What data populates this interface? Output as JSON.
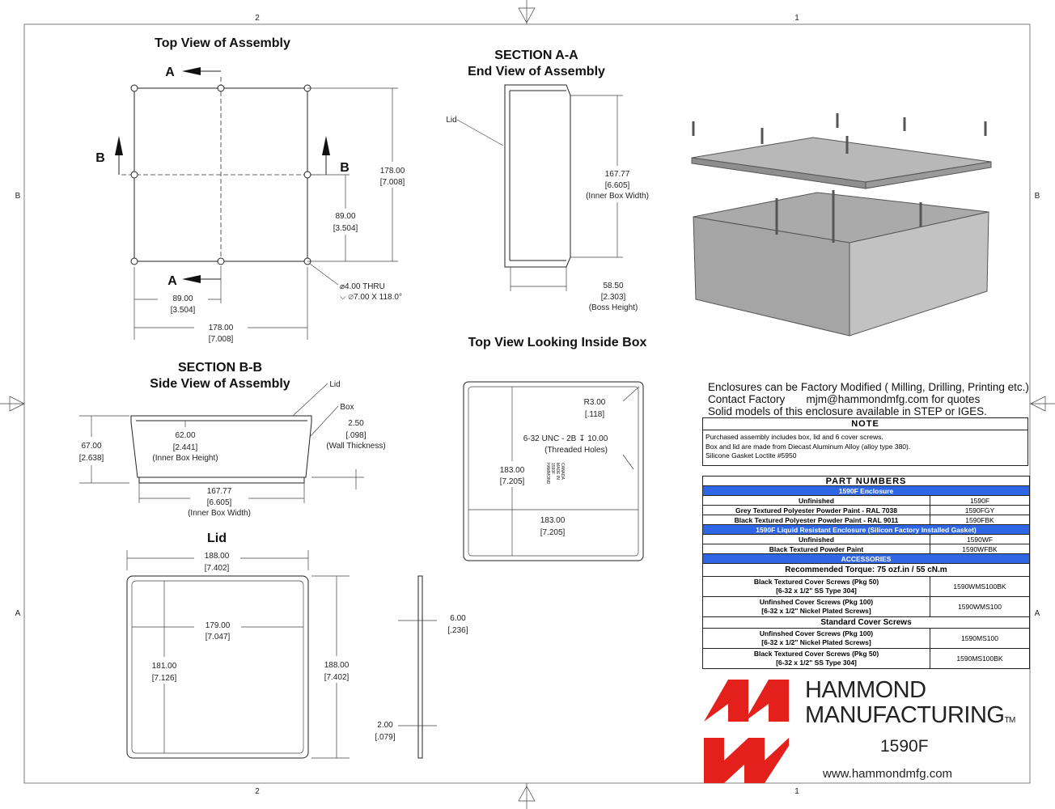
{
  "frame": {
    "zone_top_left": "2",
    "zone_top_right": "1",
    "zone_bottom_left": "2",
    "zone_bottom_right": "1",
    "zone_left_upper": "B",
    "zone_left_lower": "A",
    "zone_right_upper": "B",
    "zone_right_lower": "A"
  },
  "top_view": {
    "title": "Top View of Assembly",
    "section_a": "A",
    "section_b": "B",
    "dim_178": "178.00",
    "dim_178_in": "[7.008]",
    "dim_89": "89.00",
    "dim_89_in": "[3.504]",
    "dim_bottom_89": "89.00",
    "dim_bottom_89_in": "[3.504]",
    "dim_bottom_178": "178.00",
    "dim_bottom_178_in": "[7.008]",
    "hole_1": "⌀4.00 THRU",
    "hole_2": "⌵ ⌀7.00 X 118.0°"
  },
  "section_aa": {
    "title": "SECTION A-A",
    "subtitle": "End View of Assembly",
    "lid_label": "Lid",
    "dim_width": "167.77",
    "dim_width_in": "[6.605]",
    "dim_width_note": "(Inner Box Width)",
    "dim_boss": "58.50",
    "dim_boss_in": "[2.303]",
    "dim_boss_note": "(Boss Height)"
  },
  "inside_view": {
    "title": "Top View Looking Inside Box",
    "radius": "R3.00",
    "radius_in": "[.118]",
    "thread": "6-32 UNC - 2B ↧ 10.00",
    "thread_note": "(Threaded Holes)",
    "dim_v": "183.00",
    "dim_v_in": "[7.205]",
    "dim_h": "183.00",
    "dim_h_in": "[7.205]",
    "stamp": [
      "HAMMOND",
      "1590F",
      "MADE IN",
      "CANADA"
    ]
  },
  "section_bb": {
    "title": "SECTION B-B",
    "subtitle": "Side View of Assembly",
    "lid_label": "Lid",
    "box_label": "Box",
    "dim_height": "62.00",
    "dim_height_in": "[2.441]",
    "dim_height_note": "(Inner Box Height)",
    "dim_wall": "2.50",
    "dim_wall_in": "[.098]",
    "dim_wall_note": "(Wall Thickness)",
    "dim_outer": "67.00",
    "dim_outer_in": "[2.638]",
    "dim_width": "167.77",
    "dim_width_in": "[6.605]",
    "dim_width_note": "(Inner Box Width)"
  },
  "lid": {
    "title": "Lid",
    "dim_top": "188.00",
    "dim_top_in": "[7.402]",
    "dim_inner": "179.00",
    "dim_inner_in": "[7.047]",
    "dim_left": "181.00",
    "dim_left_in": "[7.126]",
    "dim_right": "188.00",
    "dim_right_in": "[7.402]",
    "dim_thick": "6.00",
    "dim_thick_in": "[.236]",
    "dim_lip": "2.00",
    "dim_lip_in": "[.079]"
  },
  "info": [
    "Enclosures can be Factory Modified ( Milling, Drilling, Printing etc.)",
    "Contact Factory       mjm@hammondmfg.com for quotes",
    "Solid models of this enclosure available in STEP or IGES."
  ],
  "note": {
    "title": "NOTE",
    "lines": [
      "Purchased assembly includes box, lid and 6 cover screws.",
      "Box and lid are made from Diecast Aluminum Alloy (alloy type 380).",
      "Silicone Gasket Loctite #5950"
    ]
  },
  "parts": {
    "title": "PART NUMBERS",
    "group1": "1590F Enclosure",
    "g1_rows": [
      [
        "Unfinished",
        "1590F"
      ],
      [
        "Grey Textured Polyester Powder Paint - RAL 7038",
        "1590FGY"
      ],
      [
        "Black Textured Polyester Powder Paint - RAL 9011",
        "1590FBK"
      ]
    ],
    "group2": "1590F Liquid Resistant Enclosure (Silicon Factory Installed Gasket)",
    "g2_rows": [
      [
        "Unfinished",
        "1590WF"
      ],
      [
        "Black Textured Powder Paint",
        "1590WFBK"
      ]
    ],
    "group3": "ACCESSORIES",
    "torque": "Recommended Torque: 75 ozf.in / 55 cN.m",
    "acc_rows": [
      [
        "Black Textured Cover Screws (Pkg 50)",
        "[6-32 x 1/2\" SS Type 304]",
        "1590WMS100BK"
      ],
      [
        "Unfinshed Cover Screws (Pkg 100)",
        "[6-32 x 1/2\" Nickel Plated Screws]",
        "1590WMS100"
      ]
    ],
    "standard": "Standard Cover Screws",
    "std_rows": [
      [
        "Unfinshed Cover Screws (Pkg 100)",
        "[6-32 x 1/2\" Nickel Plated Screws]",
        "1590MS100"
      ],
      [
        "Black Textured Cover Screws (Pkg 50)",
        "[6-32 x 1/2\" SS Type 304]",
        "1590MS100BK"
      ]
    ]
  },
  "brand": {
    "line1": "HAMMOND",
    "line2": "MANUFACTURING",
    "tm": "TM",
    "part": "1590F",
    "url": "www.hammondmfg.com",
    "logo_color": "#e3201b",
    "accent": "#2f66e6"
  }
}
